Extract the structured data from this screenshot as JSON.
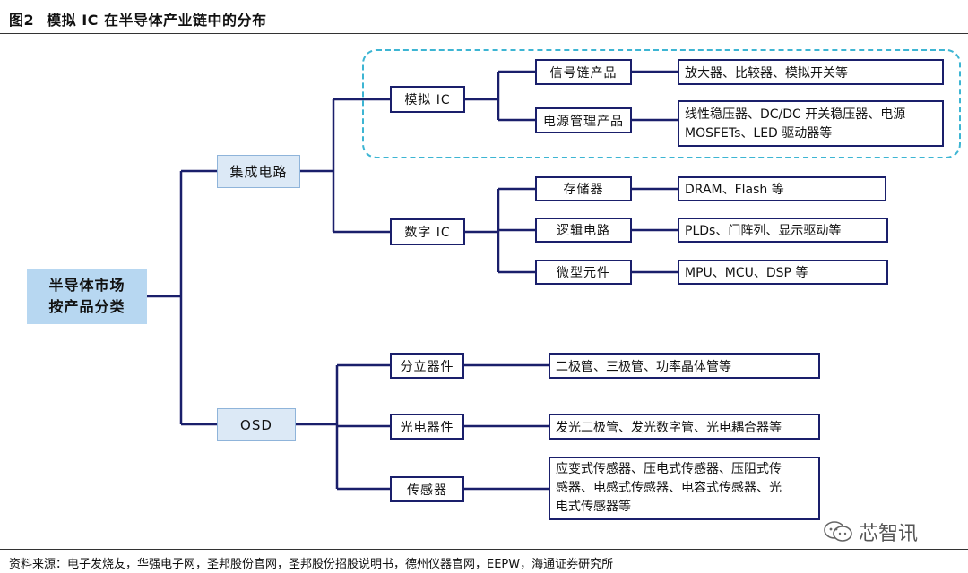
{
  "figure": {
    "number": "图2",
    "title": "模拟 IC 在半导体产业链中的分布"
  },
  "root": {
    "line1": "半导体市场",
    "line2": "按产品分类"
  },
  "level1": {
    "ic": "集成电路",
    "osd": "OSD"
  },
  "level2": {
    "analog_ic": "模拟 IC",
    "digital_ic": "数字 IC",
    "discrete": "分立器件",
    "optoelectronic": "光电器件",
    "sensor": "传感器"
  },
  "level3": {
    "signal_chain": "信号链产品",
    "power_management": "电源管理产品",
    "memory": "存储器",
    "logic": "逻辑电路",
    "micro": "微型元件"
  },
  "leaves": {
    "signal_chain": "放大器、比较器、模拟开关等",
    "power_management_line1": "线性稳压器、DC/DC 开关稳压器、电源",
    "power_management_line2": "MOSFETs、LED 驱动器等",
    "memory": "DRAM、Flash 等",
    "logic": "PLDs、门阵列、显示驱动等",
    "micro": "MPU、MCU、DSP 等",
    "discrete": "二极管、三极管、功率晶体管等",
    "optoelectronic": "发光二极管、发光数字管、光电耦合器等",
    "sensor_line1": "应变式传感器、压电式传感器、压阻式传",
    "sensor_line2": "感器、电感式传感器、电容式传感器、光",
    "sensor_line3": "电式传感器等"
  },
  "source": "资料来源：电子发烧友，华强电子网，圣邦股份官网，圣邦股份招股说明书，德州仪器官网，EEPW，海通证券研究所",
  "watermark": "芯智讯",
  "colors": {
    "line": "#1a1f6b",
    "box_border": "#1a1f6b",
    "root_fill": "#b7d7f1",
    "level1_fill": "#dce9f6",
    "dashed_border": "#3db5d3"
  }
}
